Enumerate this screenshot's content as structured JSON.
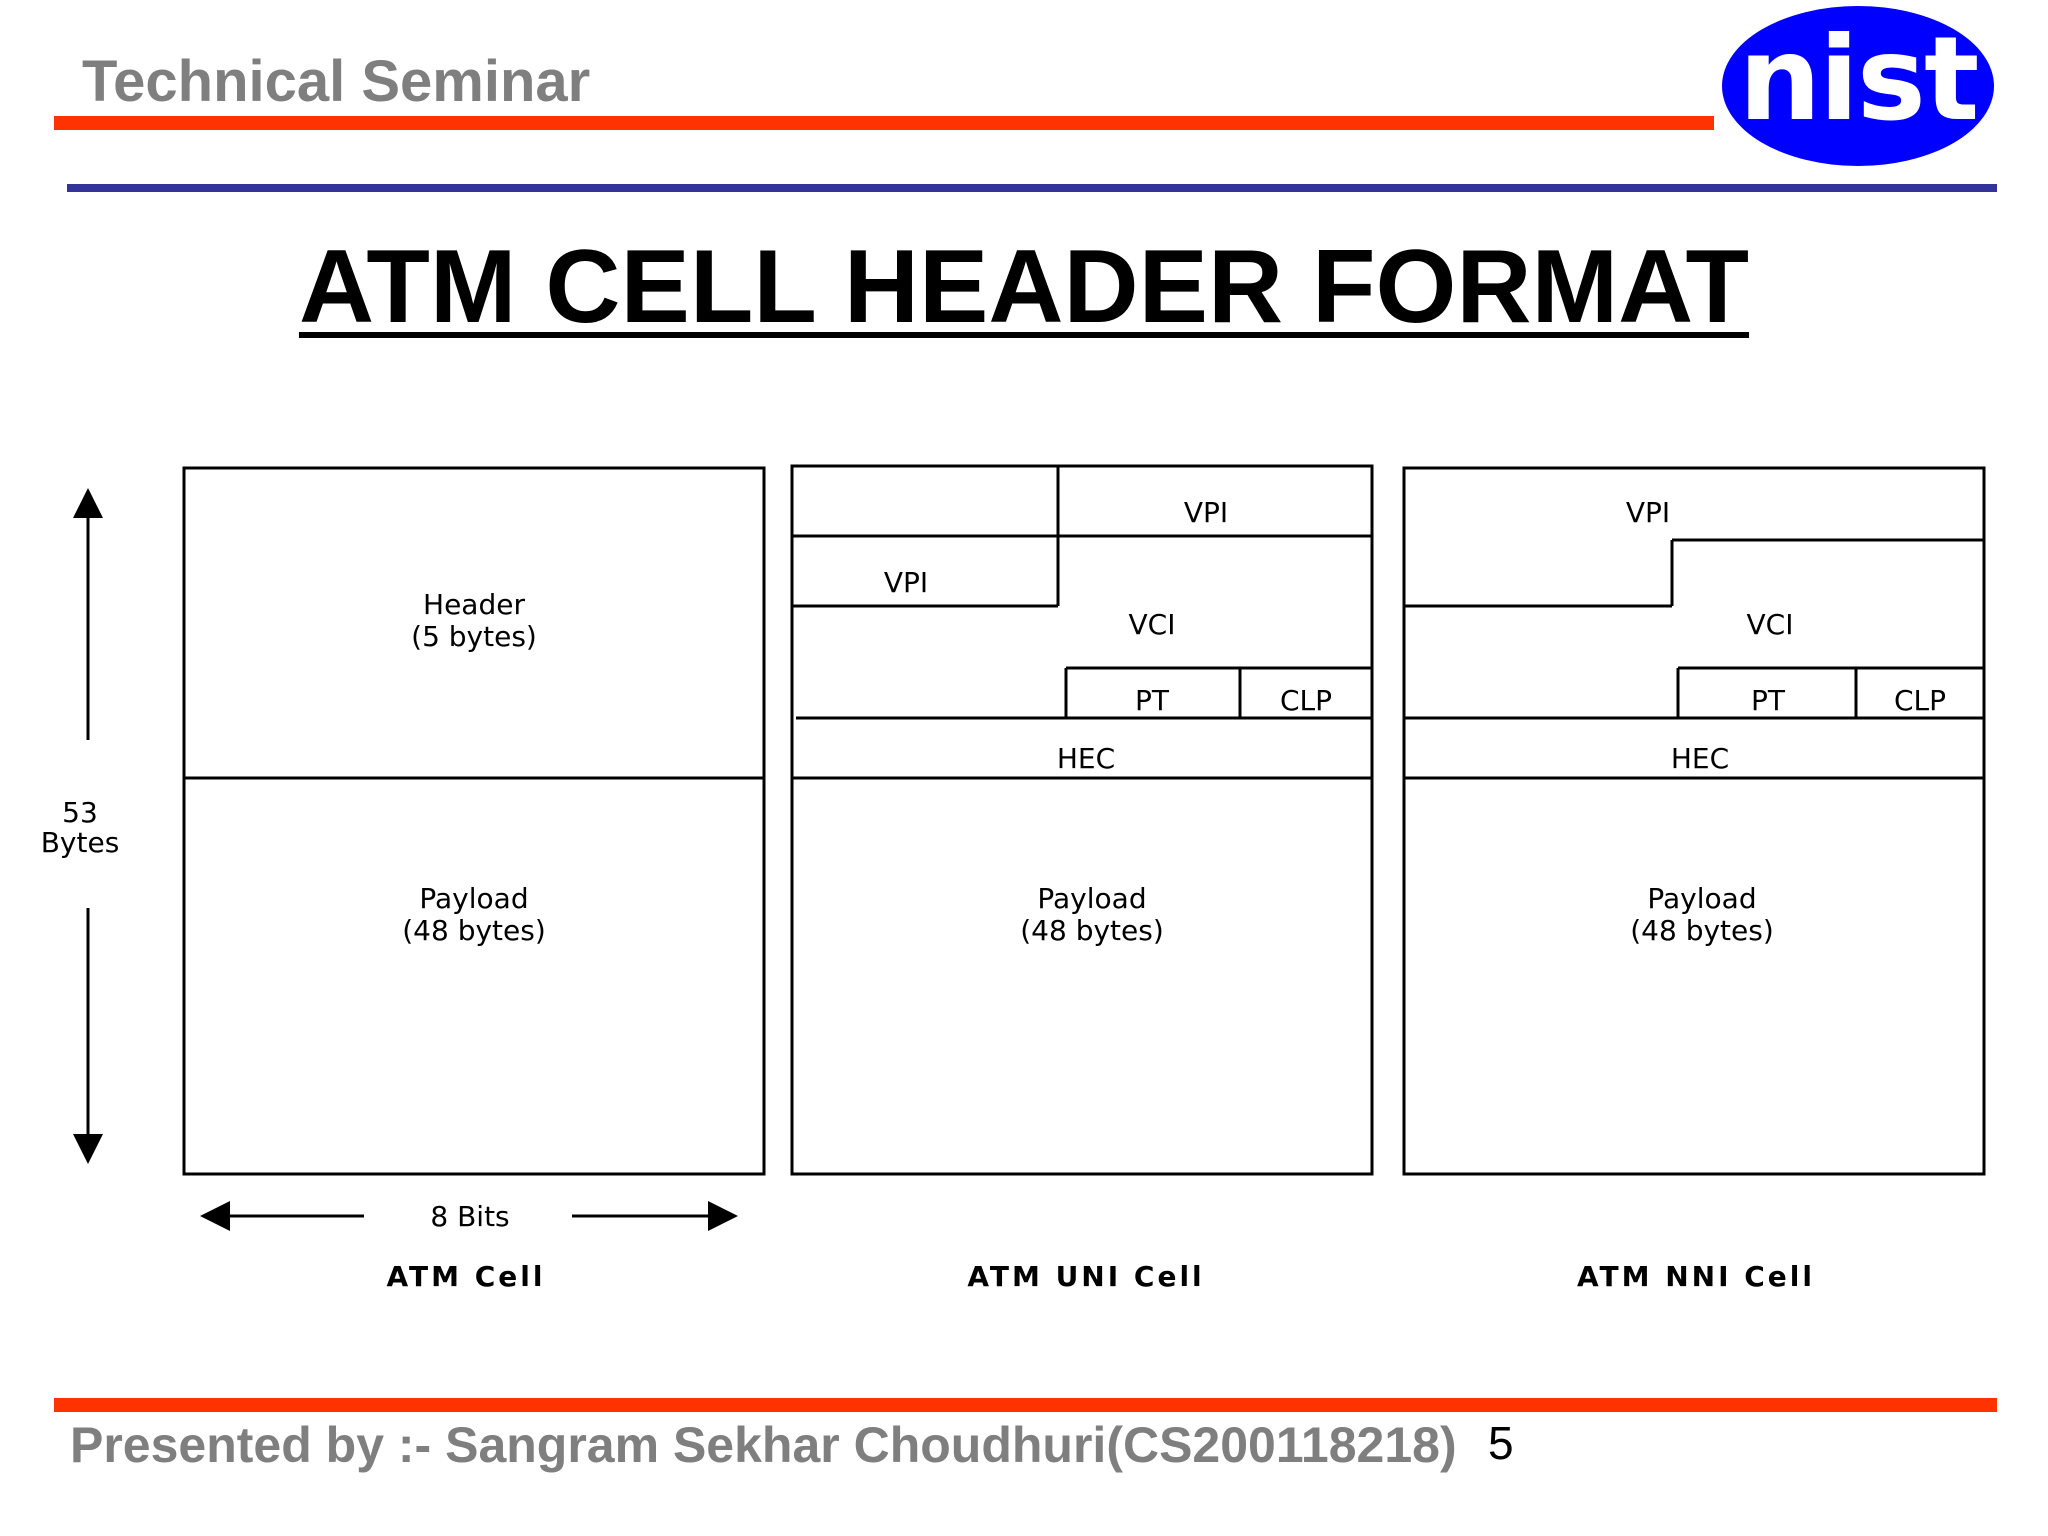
{
  "header": {
    "seminar_label": "Technical Seminar",
    "logo_text": "nist"
  },
  "title": "ATM CELL HEADER FORMAT",
  "diagram": {
    "size_label": [
      "53",
      "Bytes"
    ],
    "width_label": "8 Bits",
    "atm_cell": {
      "header": [
        "Header",
        "(5 bytes)"
      ],
      "payload": [
        "Payload",
        "(48 bytes)"
      ],
      "caption": "ATM Cell"
    },
    "uni_cell": {
      "vpi_top": "VPI",
      "vpi_left": "VPI",
      "vci": "VCI",
      "pt": "PT",
      "clp": "CLP",
      "hec": "HEC",
      "payload": [
        "Payload",
        "(48 bytes)"
      ],
      "caption": "ATM UNI Cell"
    },
    "nni_cell": {
      "vpi": "VPI",
      "vci": "VCI",
      "pt": "PT",
      "clp": "CLP",
      "hec": "HEC",
      "payload": [
        "Payload",
        "(48 bytes)"
      ],
      "caption": "ATM NNI Cell"
    }
  },
  "footer": {
    "presenter": "Presented by :- Sangram Sekhar Choudhuri(CS200118218)",
    "page_number": "5"
  },
  "colors": {
    "accent_red": "#ff3300",
    "accent_blue": "#333399",
    "logo_blue": "#0000ff",
    "header_gray": "#7f7f7f"
  }
}
